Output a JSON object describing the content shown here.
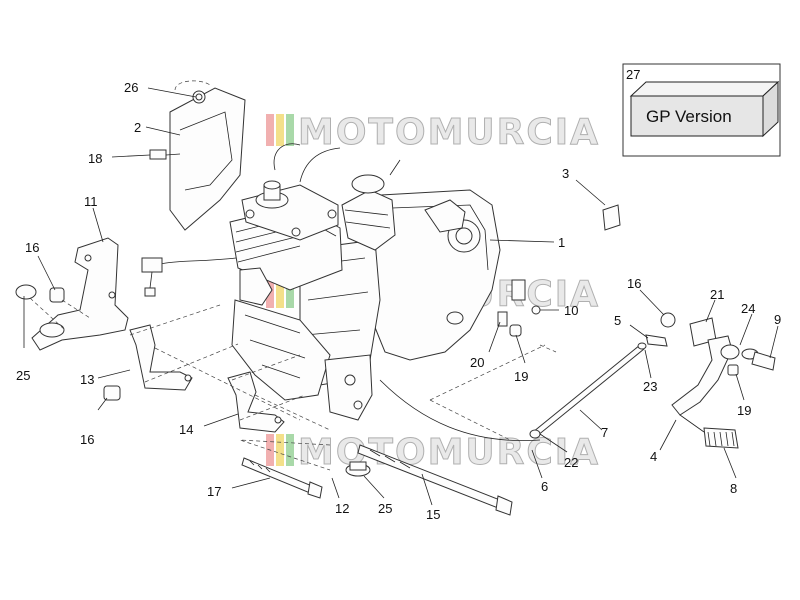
{
  "watermark": "MOTOMURCIA",
  "variant_box": {
    "number": "27",
    "label": "GP Version"
  },
  "callouts": [
    "1",
    "2",
    "3",
    "4",
    "5",
    "6",
    "7",
    "8",
    "9",
    "10",
    "11",
    "12",
    "13",
    "14",
    "15",
    "16",
    "16",
    "16",
    "17",
    "18",
    "19",
    "19",
    "20",
    "21",
    "22",
    "23",
    "24",
    "25",
    "25",
    "26"
  ]
}
